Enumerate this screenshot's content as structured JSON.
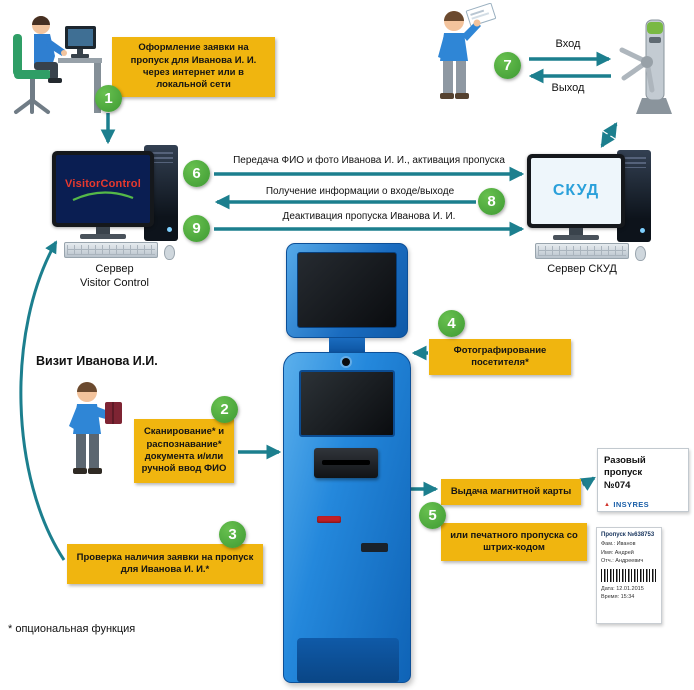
{
  "colors": {
    "note_yellow": "#f0b50f",
    "badge_green": "#46a135",
    "arrow_teal": "#1c7f8e",
    "kiosk_blue": "#1b76cc",
    "visitorcontrol_red": "#e8392e",
    "skud_blue": "#2aa0da"
  },
  "steps": {
    "s1": {
      "num": "1",
      "label": "Оформление заявки на пропуск для Иванова И. И. через интернет или в локальной сети"
    },
    "s2": {
      "num": "2",
      "label": "Сканирование* и распознавание* документа и/или ручной ввод ФИО"
    },
    "s3": {
      "num": "3",
      "label": "Проверка наличия заявки на пропуск для Иванова И. И.*"
    },
    "s4": {
      "num": "4",
      "label": "Фотографирование посетителя*"
    },
    "s5": {
      "num": "5",
      "label_card": "Выдача магнитной карты",
      "label_paper": "или печатного пропуска со штрих-кодом"
    },
    "s6": {
      "num": "6",
      "label": "Передача ФИО и фото Иванова И. И., активация пропуска"
    },
    "s7": {
      "num": "7",
      "label_in": "Вход",
      "label_out": "Выход"
    },
    "s8": {
      "num": "8",
      "label": "Получение информации о входе/выходе"
    },
    "s9": {
      "num": "9",
      "label": "Деактивация пропуска Иванова И. И."
    }
  },
  "servers": {
    "visitor_control": {
      "logo": "VisitorControl",
      "caption_line1": "Сервер",
      "caption_line2": "Visitor Control"
    },
    "skud": {
      "logo": "СКУД",
      "caption": "Сервер СКУД"
    }
  },
  "visit_label": "Визит Иванова И.И.",
  "footnote": "* опциональная функция",
  "pass_card": {
    "line1": "Разовый пропуск",
    "line2": "№074",
    "brand": "INSYRES"
  },
  "ticket": {
    "title": "Пропуск №638753",
    "field1": "Фам.: Иванов",
    "field2": "Имя: Андрей",
    "field3": "Отч.: Андреевич",
    "date": "Дата: 12.01.2015",
    "time": "Время: 15:34"
  }
}
